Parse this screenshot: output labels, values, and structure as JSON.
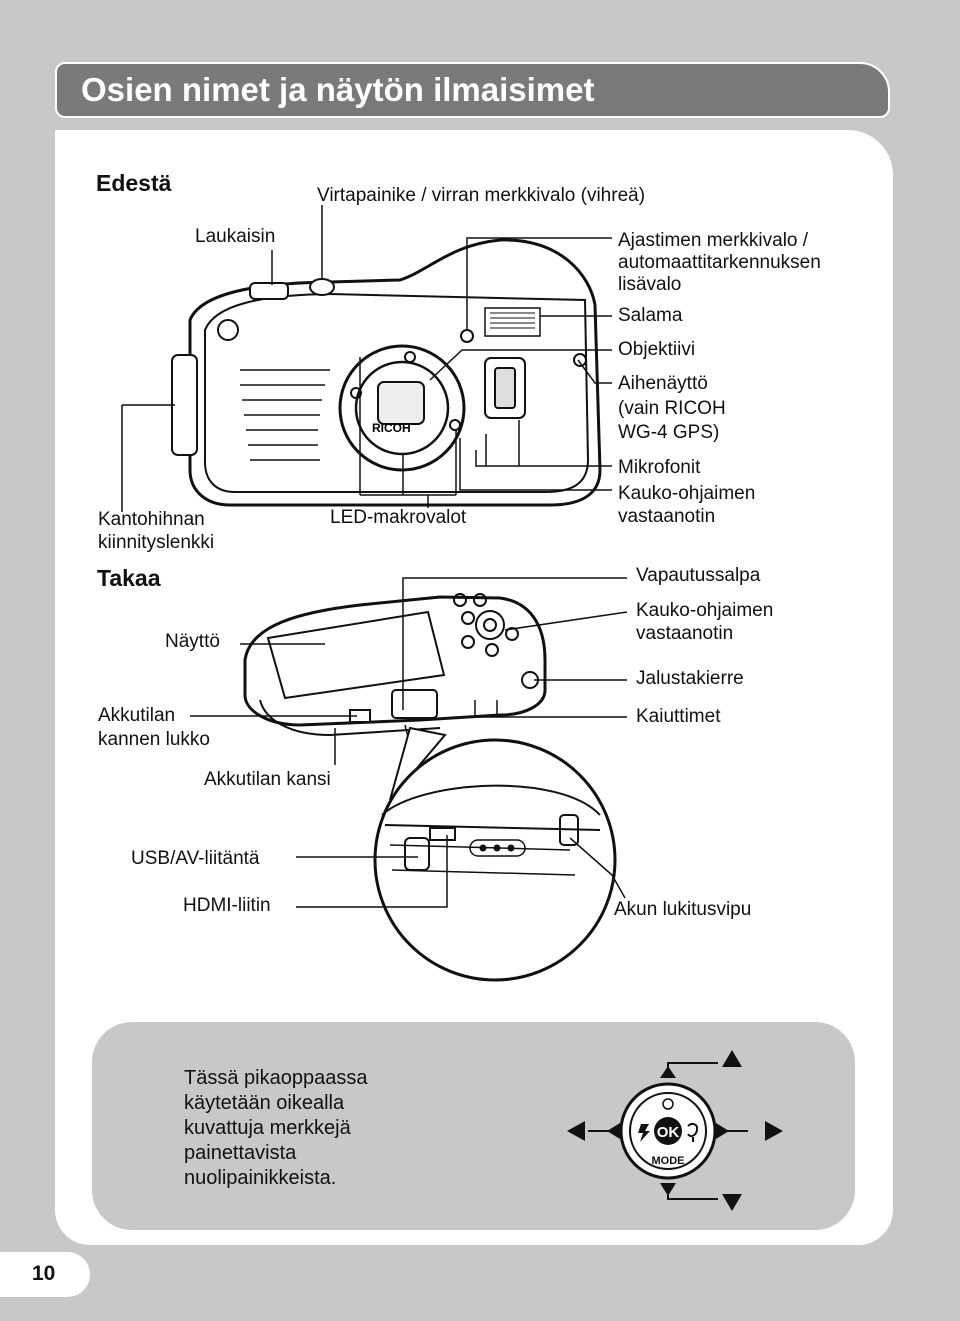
{
  "page": {
    "title": "Osien nimet ja näytön ilmaisimet",
    "number": "10"
  },
  "front": {
    "heading": "Edestä",
    "labels": {
      "shutter": "Laukaisin",
      "power": "Virtapainike / virran merkkivalo (vihreä)",
      "self_timer_1": "Ajastimen merkkivalo /",
      "self_timer_2": "automaattitarkennuksen",
      "self_timer_3": "lisävalo",
      "flash": "Salama",
      "lens": "Objektiivi",
      "subject_1": "Aihenäyttö",
      "subject_2": "(vain RICOH",
      "subject_3": "WG-4 GPS)",
      "mic": "Mikrofonit",
      "remote_1": "Kauko-ohjaimen",
      "remote_2": "vastaanotin",
      "strap_1": "Kantohihnan",
      "strap_2": "kiinnityslenkki",
      "led": "LED-makrovalot"
    },
    "brand": "RICOH"
  },
  "back": {
    "heading": "Takaa",
    "labels": {
      "display": "Näyttö",
      "release": "Vapautussalpa",
      "remote_1": "Kauko-ohjaimen",
      "remote_2": "vastaanotin",
      "tripod": "Jalustakierre",
      "speakers": "Kaiuttimet",
      "cover_lock_1": "Akkutilan",
      "cover_lock_2": "kannen lukko",
      "cover": "Akkutilan kansi",
      "usb": "USB/AV-liitäntä",
      "hdmi": "HDMI-liitin",
      "battery_lock": "Akun lukitusvipu"
    }
  },
  "note": {
    "lines": [
      "Tässä pikaoppaassa",
      "käytetään oikealla",
      "kuvattuja merkkejä",
      "painettavista",
      "nuolipainikkeista."
    ],
    "dial": {
      "ok": "OK",
      "mode": "MODE"
    }
  }
}
